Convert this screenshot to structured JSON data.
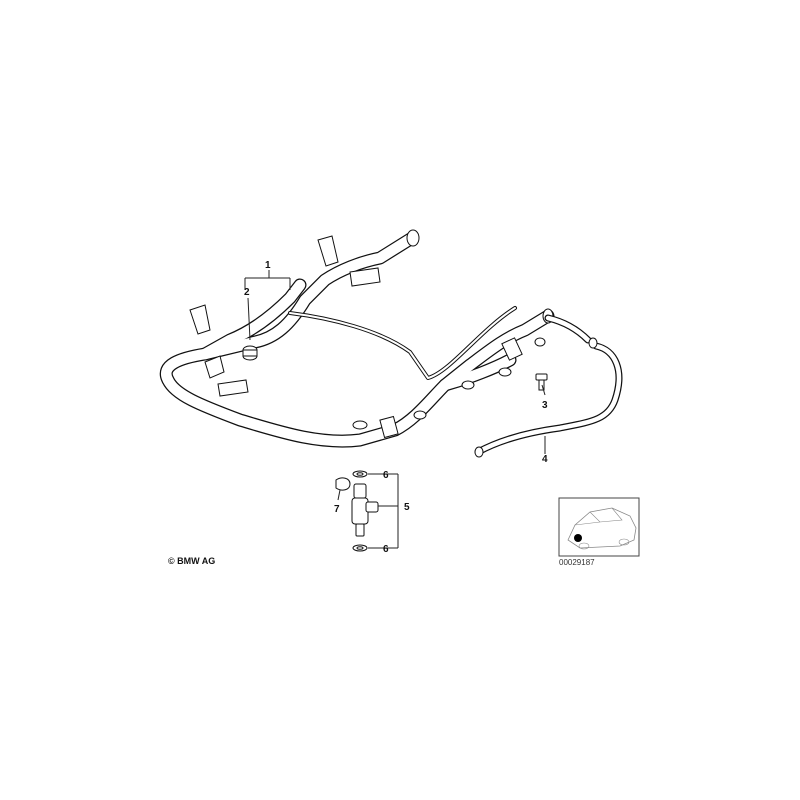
{
  "diagram": {
    "callouts": [
      {
        "id": "callout-1",
        "text": "1"
      },
      {
        "id": "callout-2",
        "text": "2"
      },
      {
        "id": "callout-3",
        "text": "3"
      },
      {
        "id": "callout-4",
        "text": "4"
      },
      {
        "id": "callout-5",
        "text": "5"
      },
      {
        "id": "callout-6a",
        "text": "6"
      },
      {
        "id": "callout-6b",
        "text": "6"
      },
      {
        "id": "callout-7",
        "text": "7"
      }
    ],
    "copyright": "© BMW AG",
    "document_number": "00029187"
  }
}
